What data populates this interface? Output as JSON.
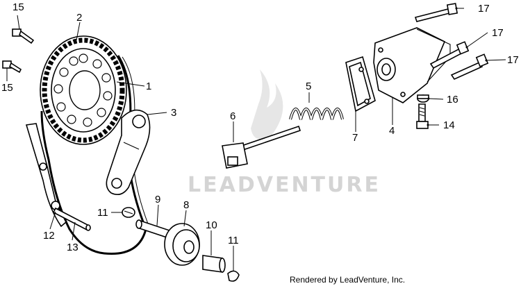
{
  "diagram": {
    "watermark": "LEADVENTURE",
    "credit": "Rendered by LeadVenture, Inc.",
    "callouts": {
      "c1": "1",
      "c2": "2",
      "c3": "3",
      "c4": "4",
      "c5": "5",
      "c6": "6",
      "c7": "7",
      "c8": "8",
      "c9": "9",
      "c10": "10",
      "c11a": "11",
      "c11b": "11",
      "c12": "12",
      "c13": "13",
      "c14": "14",
      "c15a": "15",
      "c15b": "15",
      "c16": "16",
      "c17a": "17",
      "c17b": "17",
      "c17c": "17"
    }
  }
}
